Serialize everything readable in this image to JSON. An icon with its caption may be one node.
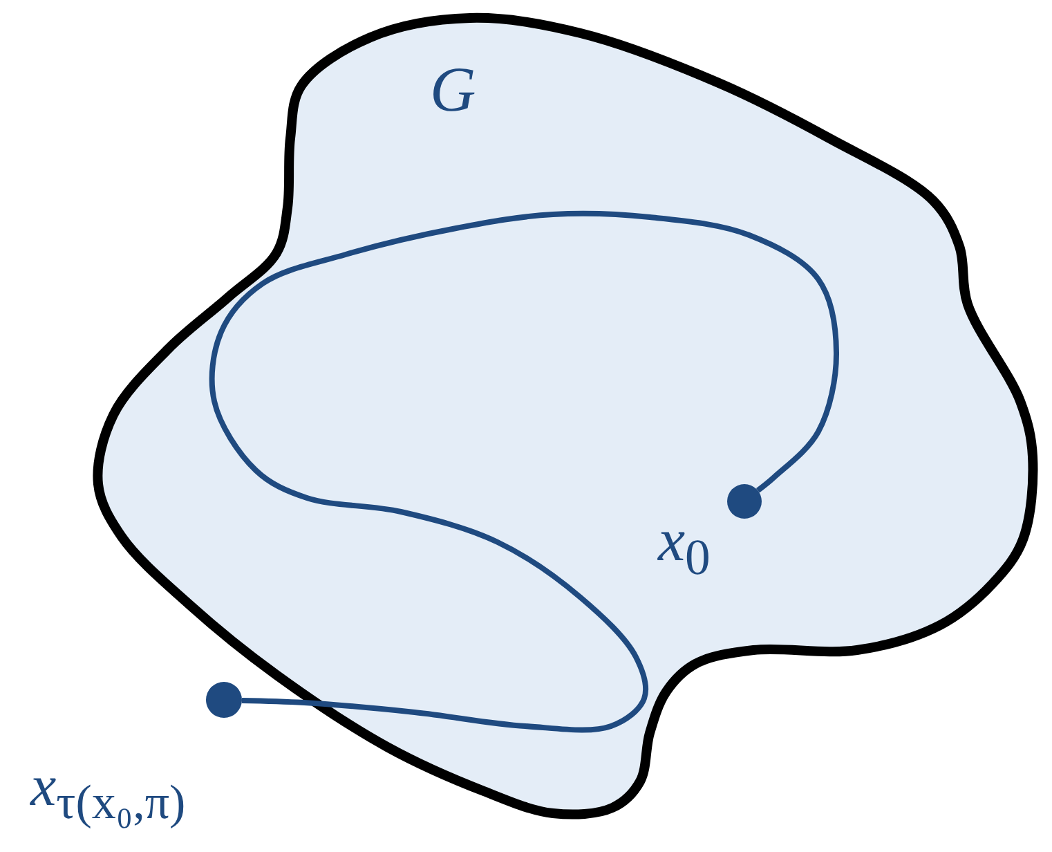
{
  "diagram": {
    "nodes": [
      {
        "text": [
          "*G*"
        ]
      },
      {
        "text": [],
        "shape": "circle",
        "in": 0,
        "beside": [
          "*x*$_{0}$"
        ]
      },
      {
        "text": [],
        "shape": "circle",
        "beside": [
          "*x*$_{τ(x₀,π)}$"
        ]
      }
    ],
    "edges": [
      {
        "from": 1,
        "to": 2,
        "arrow": "none"
      }
    ]
  }
}
